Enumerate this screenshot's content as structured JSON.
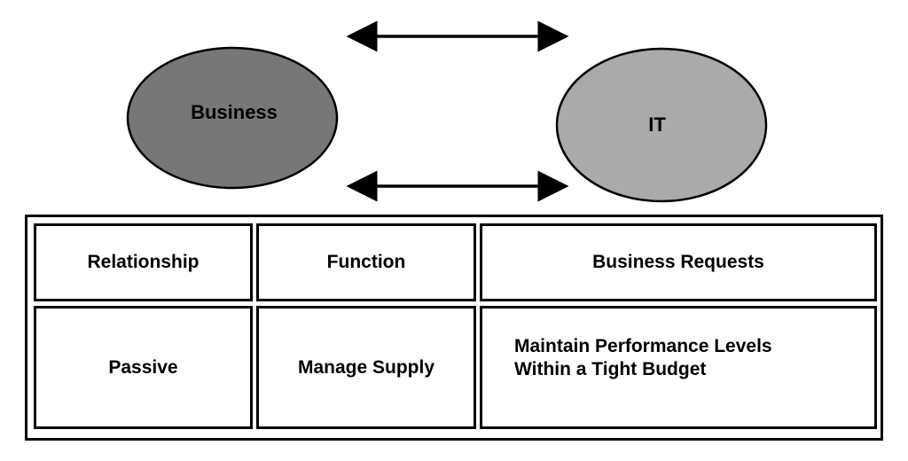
{
  "nodes": {
    "business": {
      "label": "Business",
      "fill": "#777777"
    },
    "it": {
      "label": "IT",
      "fill": "#aaaaaa"
    }
  },
  "arrows": {
    "count": 2,
    "direction": "bidirectional",
    "color": "#000000"
  },
  "table": {
    "headers": [
      "Relationship",
      "Function",
      "Business Requests"
    ],
    "rows": [
      {
        "relationship": "Passive",
        "function": "Manage Supply",
        "business_requests": [
          "Maintain Performance Levels",
          "Within a Tight Budget"
        ]
      }
    ]
  }
}
